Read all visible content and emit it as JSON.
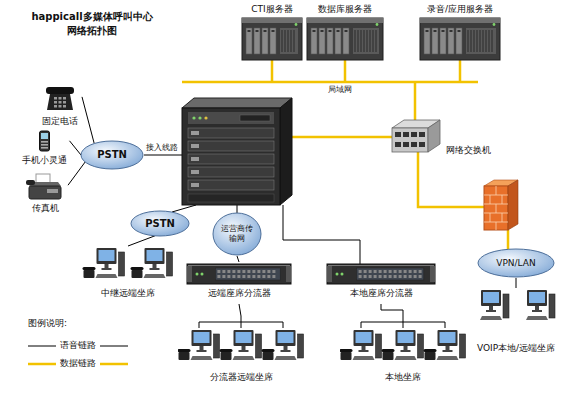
{
  "diagram": {
    "title": "happicall多媒体呼叫中心 网络拓扑图",
    "nodes": [
      {
        "text": [
          "CTI服务器"
        ]
      },
      {
        "text": [
          "数据库服务器"
        ]
      },
      {
        "text": [
          "录音/应用服务器"
        ]
      },
      {
        "text": [
          "固定电话"
        ]
      },
      {
        "text": [
          "手机小灵通"
        ]
      },
      {
        "text": [
          "传真机"
        ]
      },
      {
        "text": [
          "PSTN"
        ]
      },
      {
        "text": [
          "网络交换机"
        ]
      },
      {
        "text": [
          "PSTN"
        ]
      },
      {
        "text": [
          "运营商传输网"
        ]
      },
      {
        "text": [
          "中继远端坐席"
        ]
      },
      {
        "text": [
          "远端座席分流器"
        ]
      },
      {
        "text": [
          "本地座席分流器"
        ]
      },
      {
        "text": [
          "VPN/LAN"
        ]
      },
      {
        "text": [
          "分流器远端坐席"
        ]
      },
      {
        "text": [
          "本地坐席"
        ]
      },
      {
        "text": [
          "VOIP本地/远端坐席"
        ]
      }
    ],
    "edges": [
      {
        "from": 3,
        "to": 6,
        "arrow": "none"
      },
      {
        "from": 4,
        "to": 6,
        "arrow": "none"
      },
      {
        "from": 5,
        "to": 6,
        "arrow": "none"
      },
      {
        "from": 8,
        "to": 10,
        "arrow": "none"
      },
      {
        "from": 9,
        "to": 11,
        "arrow": "none"
      },
      {
        "from": 11,
        "to": 14,
        "arrow": "none"
      },
      {
        "from": 12,
        "to": 15,
        "arrow": "none"
      },
      {
        "from": 13,
        "to": 16,
        "arrow": "none"
      }
    ],
    "labels": [
      "图例说明:",
      "局域网",
      "接入线路"
    ],
    "legend": [
      {
        "text": "语音链路"
      },
      {
        "text": "数据链路"
      }
    ]
  }
}
